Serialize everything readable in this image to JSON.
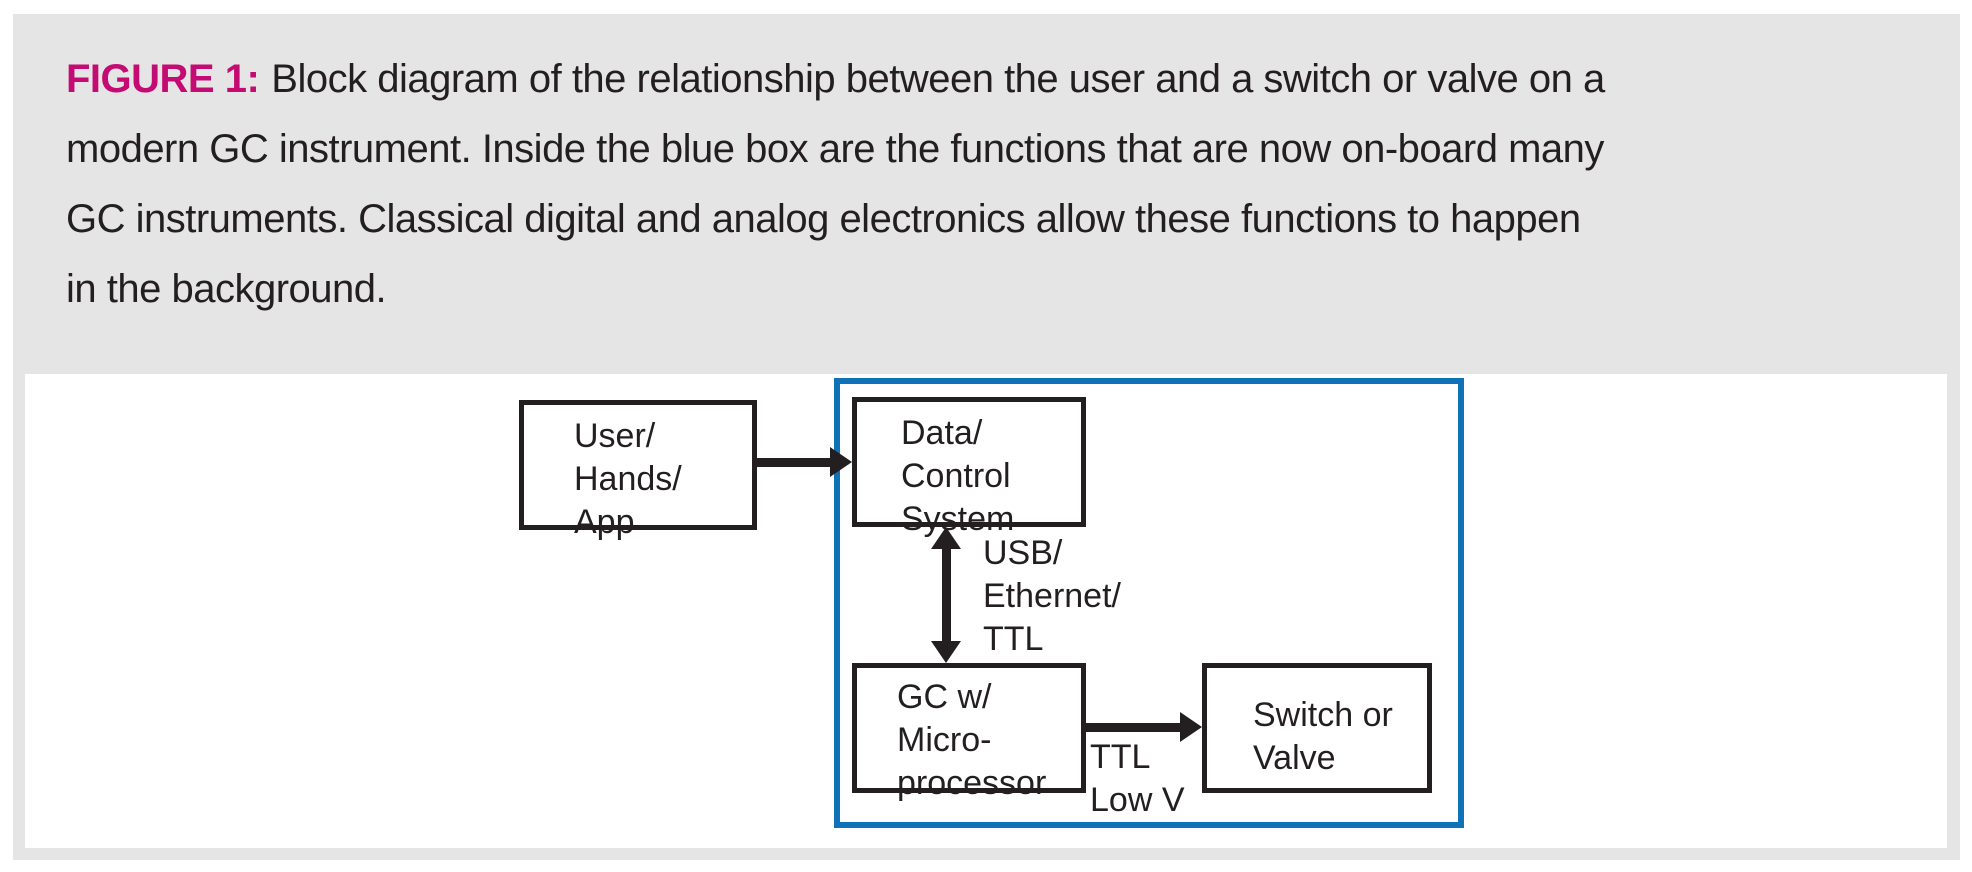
{
  "caption": {
    "label": "FIGURE 1:",
    "lines": [
      "Block diagram of the relationship between the user and a switch or valve on a",
      "modern GC instrument. Inside the blue box are the functions that are now on-board many",
      "GC instruments. Classical digital and analog electronics allow these functions to happen",
      "in the background."
    ]
  },
  "diagram": {
    "boxes": {
      "user": [
        "User/",
        "Hands/",
        "App"
      ],
      "data_system": [
        "Data/",
        "Control",
        "System"
      ],
      "gc": [
        "GC w/",
        "Micro-",
        "processor"
      ],
      "switch_valve": [
        "Switch or",
        "Valve"
      ]
    },
    "labels": {
      "bus": [
        "USB/",
        "Ethernet/",
        "TTL"
      ],
      "ttl_low_v": [
        "TTL",
        "Low V"
      ]
    },
    "colors": {
      "blue_box_border": "#0f72b8",
      "node_border": "#231f20",
      "caption_accent": "#c40a73",
      "caption_background": "#e6e5e6"
    }
  }
}
